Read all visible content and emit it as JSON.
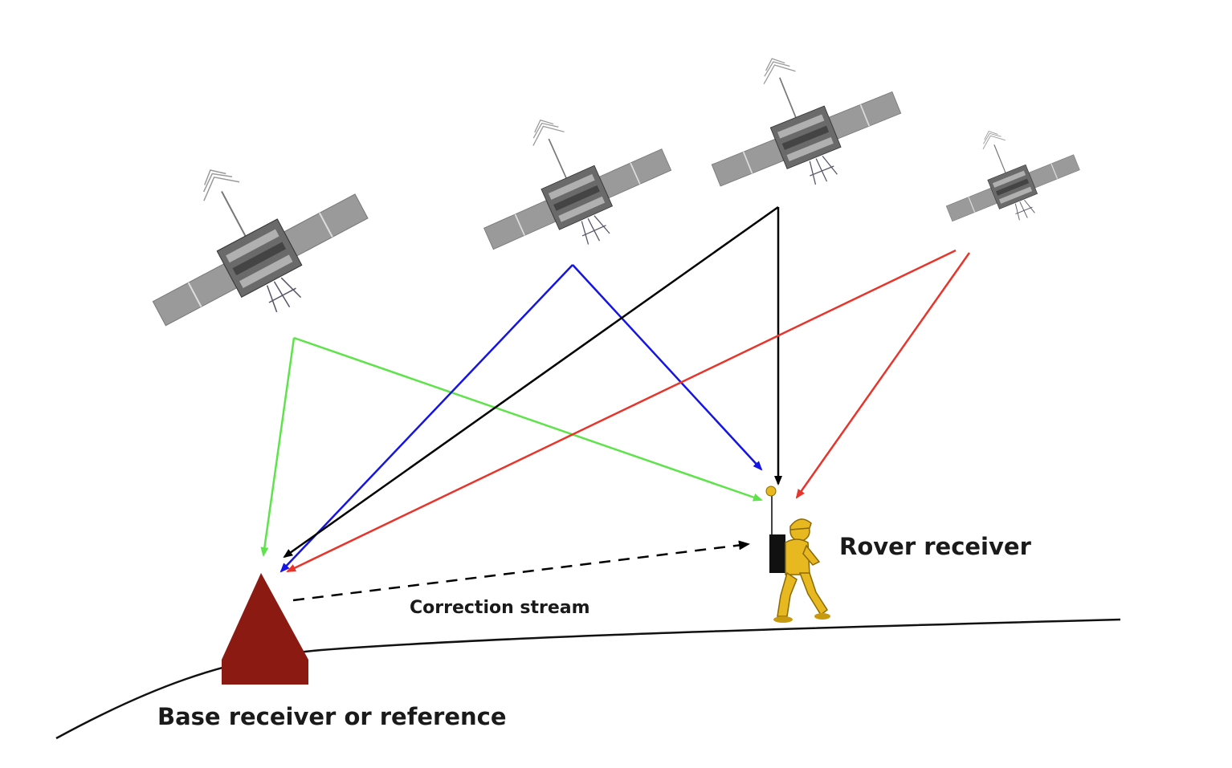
{
  "labels": {
    "rover": "Rover receiver",
    "correction": "Correction stream",
    "base": "Base receiver or reference"
  },
  "colors": {
    "signal_green": "#5ee34a",
    "signal_blue": "#1414e6",
    "signal_black": "#000000",
    "signal_red": "#e8342a",
    "base_marker": "#8b1a12",
    "person": "#e8b820",
    "satellite_panel": "#9a9a9a",
    "satellite_body": "#6a6a6a"
  },
  "satellites": [
    {
      "name": "satellite-1",
      "signal_color": "signal_green"
    },
    {
      "name": "satellite-2",
      "signal_color": "signal_blue"
    },
    {
      "name": "satellite-3",
      "signal_color": "signal_black"
    },
    {
      "name": "satellite-4",
      "signal_color": "signal_red"
    }
  ]
}
